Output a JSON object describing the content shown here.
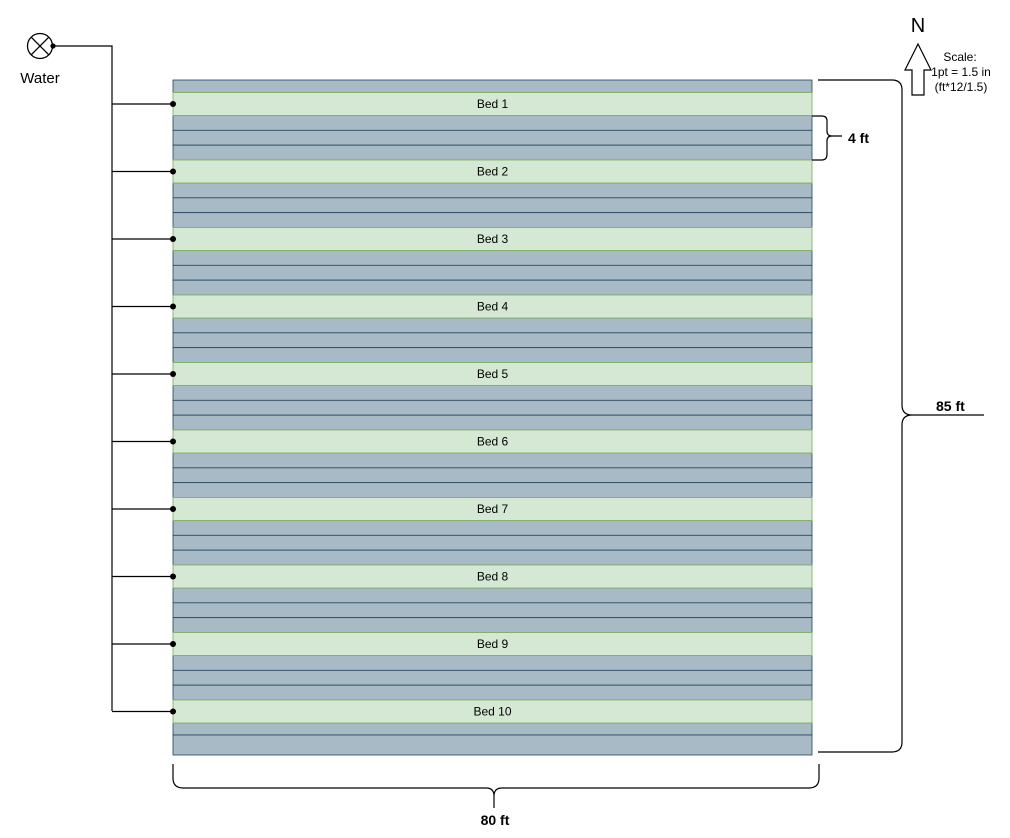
{
  "water": {
    "label": "Water"
  },
  "north": {
    "label": "N"
  },
  "scale": {
    "line1": "Scale:",
    "line2": "1pt = 1.5 in",
    "line3": "(ft*12/1.5)"
  },
  "dimensions": {
    "bed_spacing": "4 ft",
    "height": "85 ft",
    "width": "80 ft"
  },
  "beds": [
    "Bed 1",
    "Bed 2",
    "Bed 3",
    "Bed 4",
    "Bed 5",
    "Bed 6",
    "Bed 7",
    "Bed 8",
    "Bed 9",
    "Bed 10"
  ],
  "colors": {
    "bed_fill": "#d5e8d4",
    "bed_stroke": "#82b366",
    "path_fill": "#a7bac6",
    "path_stroke": "#23445d",
    "line": "#000000"
  }
}
